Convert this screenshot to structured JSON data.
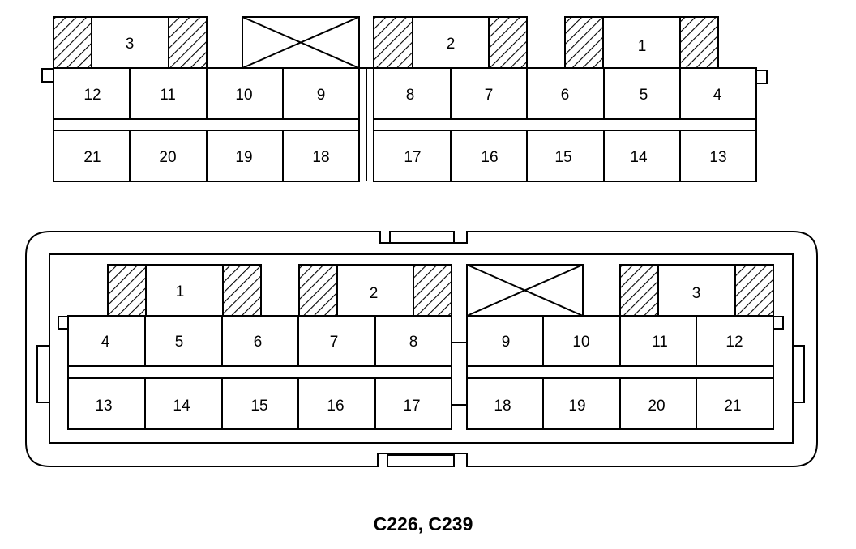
{
  "caption": "C226, C239",
  "colors": {
    "line": "#000000",
    "background": "#ffffff"
  },
  "top_connector": {
    "left_block": {
      "keys": [
        "3",
        "blank"
      ],
      "row1": [
        "12",
        "11",
        "10",
        "9"
      ],
      "row2": [
        "21",
        "20",
        "19",
        "18"
      ]
    },
    "right_block": {
      "keys": [
        "2",
        "1"
      ],
      "row1": [
        "8",
        "7",
        "6",
        "5",
        "4"
      ],
      "row2": [
        "17",
        "16",
        "15",
        "14",
        "13"
      ]
    }
  },
  "bottom_connector": {
    "left_block": {
      "keys": [
        "1",
        "2"
      ],
      "row1": [
        "4",
        "5",
        "6",
        "7",
        "8"
      ],
      "row2": [
        "13",
        "14",
        "15",
        "16",
        "17"
      ]
    },
    "right_block": {
      "keys": [
        "blank",
        "3"
      ],
      "row1": [
        "9",
        "10",
        "11",
        "12"
      ],
      "row2": [
        "18",
        "19",
        "20",
        "21"
      ]
    }
  }
}
